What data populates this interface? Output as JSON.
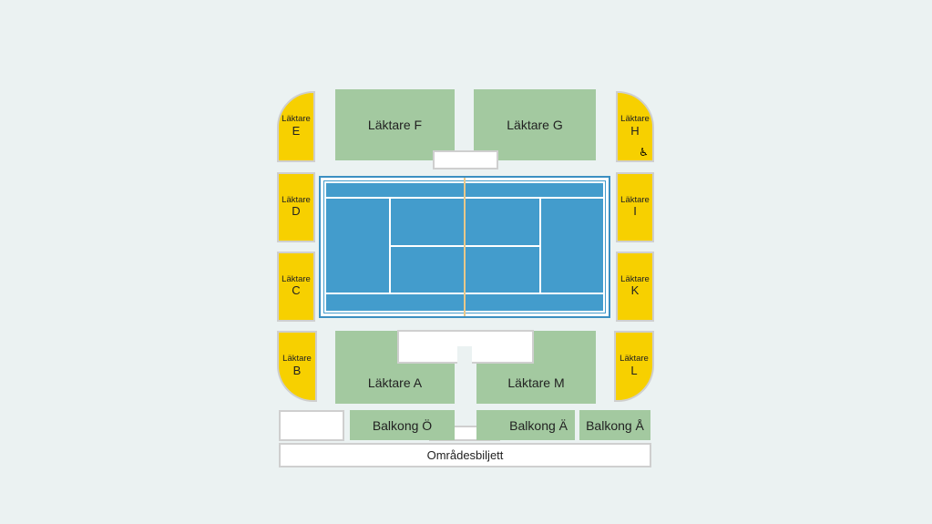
{
  "sections": {
    "laktare_f": "Läktare F",
    "laktare_g": "Läktare G",
    "laktare_a": "Läktare A",
    "laktare_m": "Läktare M",
    "laktare_e": {
      "top": "Läktare",
      "letter": "E"
    },
    "laktare_d": {
      "top": "Läktare",
      "letter": "D"
    },
    "laktare_c": {
      "top": "Läktare",
      "letter": "C"
    },
    "laktare_b": {
      "top": "Läktare",
      "letter": "B"
    },
    "laktare_h": {
      "top": "Läktare",
      "letter": "H"
    },
    "laktare_i": {
      "top": "Läktare",
      "letter": "I"
    },
    "laktare_k": {
      "top": "Läktare",
      "letter": "K"
    },
    "laktare_l": {
      "top": "Läktare",
      "letter": "L"
    },
    "balkong_o": "Balkong Ö",
    "balkong_ae": "Balkong Ä",
    "balkong_aa": "Balkong Å",
    "omradesbiljett": "Områdesbiljett"
  },
  "colors": {
    "background": "#ebf2f2",
    "stand_green": "#a3c9a0",
    "stand_yellow": "#f7d000",
    "court_blue": "#439ccc"
  },
  "icons": {
    "accessibility": "wheelchair-icon"
  }
}
